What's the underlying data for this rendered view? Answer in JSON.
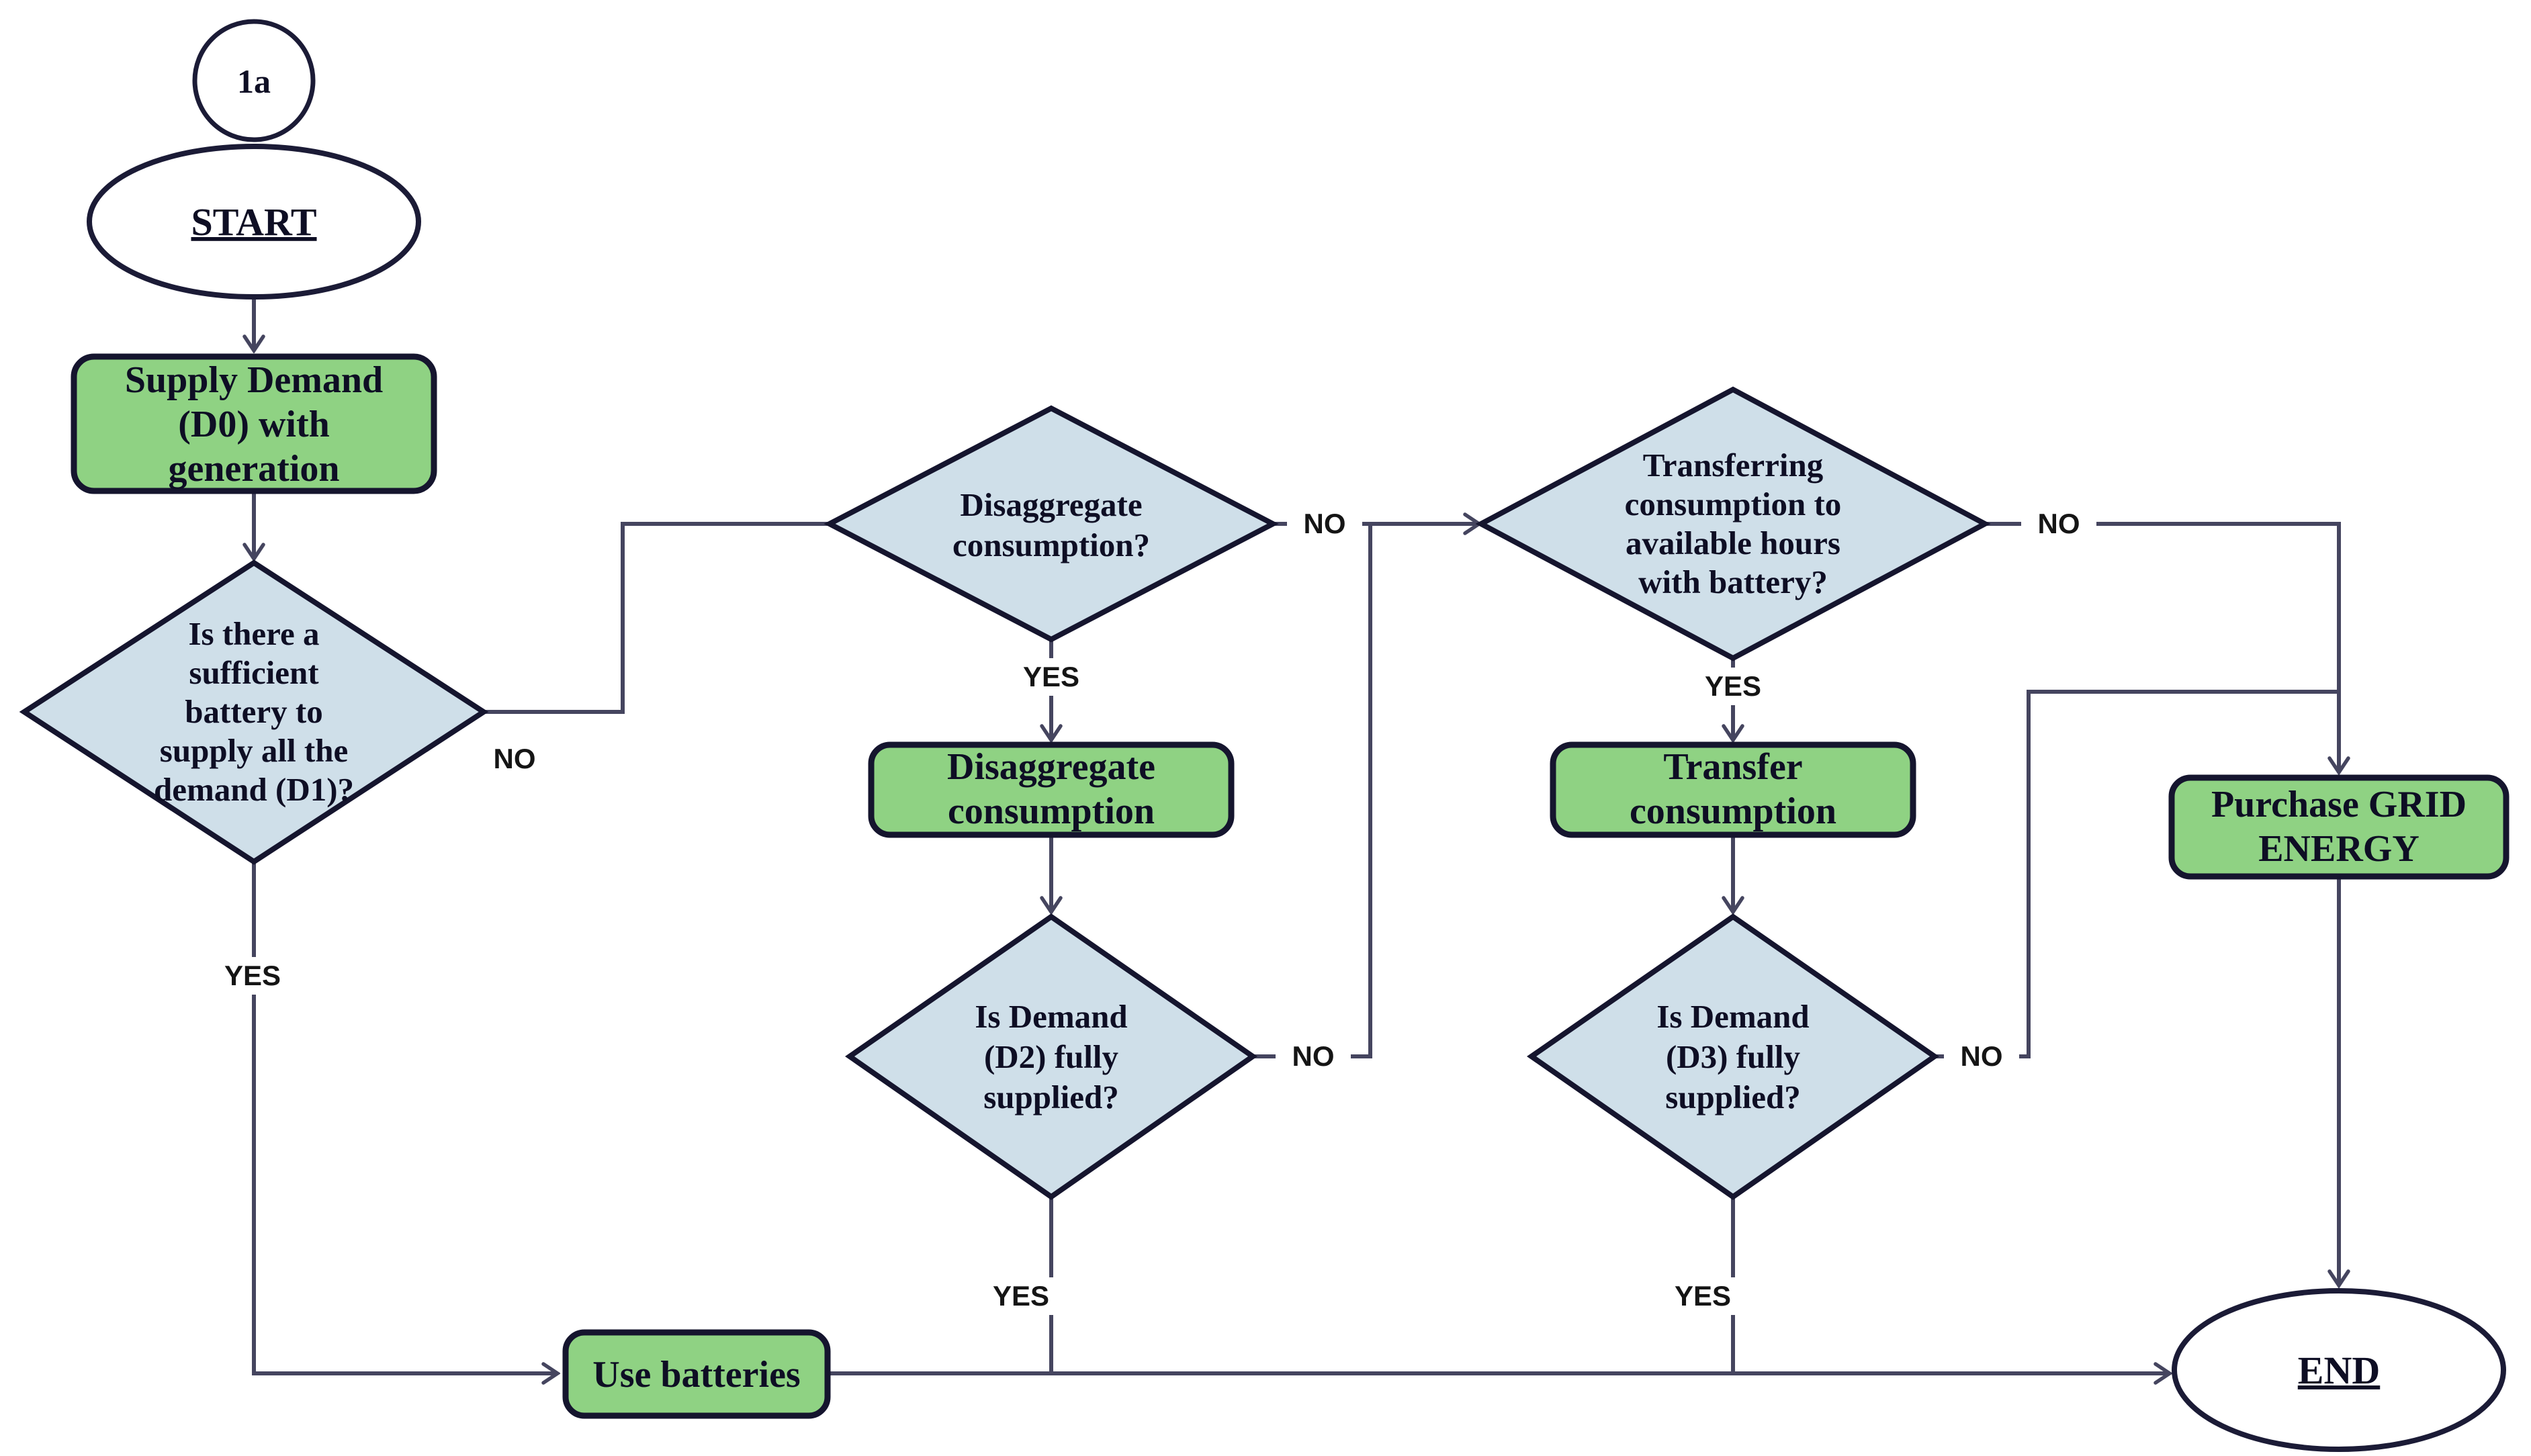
{
  "diagram": {
    "type": "flowchart",
    "colors": {
      "process_fill": "#8fd283",
      "decision_fill": "#cfdfe9",
      "terminator_fill": "#ffffff",
      "shape_border": "#15152e",
      "connector": "#45455f",
      "node_text": "#0e0e24",
      "edge_label_text": "#151515",
      "background": "#ffffff"
    },
    "nodes": {
      "ref": {
        "type": "connector-reference",
        "label": "1a"
      },
      "start": {
        "type": "terminator",
        "label": "START"
      },
      "supply": {
        "type": "process",
        "lines": [
          "Supply Demand",
          "(D0) with",
          "generation"
        ]
      },
      "battery_decision": {
        "type": "decision",
        "lines": [
          "Is there a",
          "sufficient",
          "battery to",
          "supply all the",
          "demand (D1)?"
        ]
      },
      "disaggregate_decision": {
        "type": "decision",
        "lines": [
          "Disaggregate",
          "consumption?"
        ]
      },
      "disaggregate_process": {
        "type": "process",
        "lines": [
          "Disaggregate",
          "consumption"
        ]
      },
      "d2_decision": {
        "type": "decision",
        "lines": [
          "Is Demand",
          "(D2) fully",
          "supplied?"
        ]
      },
      "transfer_decision": {
        "type": "decision",
        "lines": [
          "Transferring",
          "consumption to",
          "available hours",
          "with battery?"
        ]
      },
      "transfer_process": {
        "type": "process",
        "lines": [
          "Transfer",
          "consumption"
        ]
      },
      "d3_decision": {
        "type": "decision",
        "lines": [
          "Is Demand",
          "(D3) fully",
          "supplied?"
        ]
      },
      "purchase": {
        "type": "process",
        "lines": [
          "Purchase GRID",
          "ENERGY"
        ]
      },
      "use_batteries": {
        "type": "process",
        "label": "Use batteries"
      },
      "end": {
        "type": "terminator",
        "label": "END"
      }
    },
    "edge_labels": {
      "battery_no": "NO",
      "battery_yes": "YES",
      "disaggregate_yes": "YES",
      "disaggregate_no": "NO",
      "d2_no": "NO",
      "d2_yes": "YES",
      "transfer_yes": "YES",
      "transfer_no": "NO",
      "d3_no": "NO",
      "d3_yes": "YES"
    }
  }
}
